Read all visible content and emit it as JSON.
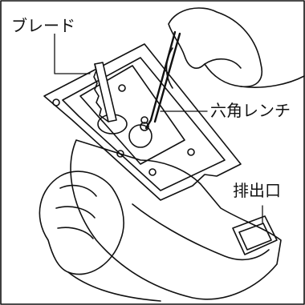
{
  "labels": {
    "blade": "ブレード",
    "hex_wrench": "六角レンチ",
    "exhaust": "排出口"
  },
  "colors": {
    "line": "#111111",
    "background": "#ffffff"
  }
}
